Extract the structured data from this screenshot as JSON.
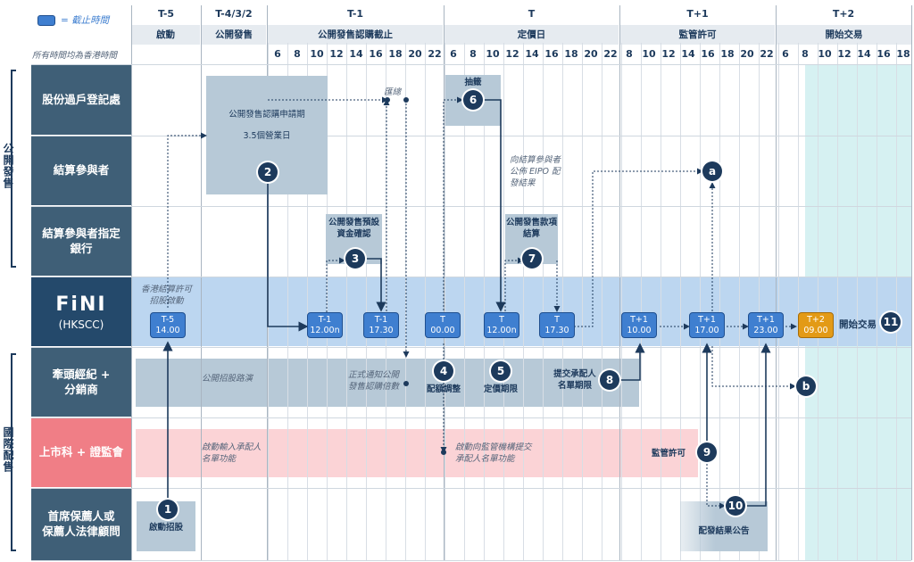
{
  "legend": {
    "label": "= 截止時間",
    "timezone_note": "所有時間均為香港時間"
  },
  "days": [
    {
      "id": "t5",
      "label": "T-5",
      "phase": "啟動"
    },
    {
      "id": "t432",
      "label": "T-4/3/2",
      "phase": "公開發售"
    },
    {
      "id": "t1",
      "label": "T-1",
      "phase": "公開發售認購截止"
    },
    {
      "id": "t",
      "label": "T",
      "phase": "定價日"
    },
    {
      "id": "tp1",
      "label": "T+1",
      "phase": "監管許可"
    },
    {
      "id": "tp2",
      "label": "T+2",
      "phase": "開始交易"
    }
  ],
  "hours": {
    "t1": [
      "6",
      "8",
      "10",
      "12",
      "14",
      "16",
      "18",
      "20",
      "22"
    ],
    "t": [
      "6",
      "8",
      "10",
      "12",
      "14",
      "16",
      "18",
      "20",
      "22"
    ],
    "tp1": [
      "8",
      "10",
      "12",
      "14",
      "16",
      "18",
      "20",
      "22"
    ],
    "tp2": [
      "6",
      "8",
      "10",
      "12",
      "14",
      "16",
      "18"
    ]
  },
  "groups": {
    "public": "公開發售",
    "intl": "國際配售"
  },
  "rows": [
    {
      "id": "registrar",
      "label": "股份過戶登記處"
    },
    {
      "id": "cp",
      "label": "結算參與者"
    },
    {
      "id": "bank",
      "label": "結算參與者指定銀行"
    },
    {
      "id": "fini",
      "label_main": "FiNI",
      "label_sub": "(HKSCC)"
    },
    {
      "id": "broker",
      "label": "牽頭經紀 +\n分銷商"
    },
    {
      "id": "listing",
      "label": "上市科 + 證監會"
    },
    {
      "id": "sponsor",
      "label": "首席保薦人或\n保薦人法律顧問"
    }
  ],
  "fini_boxes": [
    {
      "day": "T-5",
      "time": "14.00"
    },
    {
      "day": "T-1",
      "time": "12.00n"
    },
    {
      "day": "T-1",
      "time": "17.30"
    },
    {
      "day": "T",
      "time": "00.00"
    },
    {
      "day": "T",
      "time": "12.00n"
    },
    {
      "day": "T",
      "time": "17.30"
    },
    {
      "day": "T+1",
      "time": "10.00"
    },
    {
      "day": "T+1",
      "time": "17.00"
    },
    {
      "day": "T+1",
      "time": "23.00"
    },
    {
      "day": "T+2",
      "time": "09.00"
    }
  ],
  "steps": [
    "1",
    "2",
    "3",
    "4",
    "5",
    "6",
    "7",
    "8",
    "9",
    "10",
    "11",
    "a",
    "b"
  ],
  "texts": {
    "subscription_period": "公開發售認購申請期",
    "business_days": "3.5個營業日",
    "aggregate": "匯總",
    "lottery": "抽籤",
    "announce_results": "向結算參與者\n公佈 EIPO 配\n發結果",
    "prefund_confirm": "公開發售預設\n資金確認",
    "settlement": "公開發售款項\n結算",
    "hkscc_launch": "香港結算許可\n招股啟動",
    "roadshow": "公開招股路演",
    "notify_multiple": "正式通知公開\n發售認購倍數",
    "reallocation": "配額調整",
    "pricing_deadline": "定價期限",
    "placee_deadline": "提交承配人\n名單期限",
    "start_trading": "開始交易",
    "placee_function": "啟動輸入承配人\n名單功能",
    "submit_placee": "啟動向監管機構提交\n承配人名單功能",
    "regulatory_approval": "監管許可",
    "launch_ipo": "啟動招股",
    "publish_results": "配發結果公告"
  },
  "colors": {
    "deadline": "#3f7fd0",
    "trading": "#e39a16",
    "fini_band": "#bcd6f0",
    "intl_band": "#b7c9d7",
    "pink_band": "#fbd3d6",
    "trading_band": "#d6f1f2",
    "step": "#1d3a5c"
  }
}
